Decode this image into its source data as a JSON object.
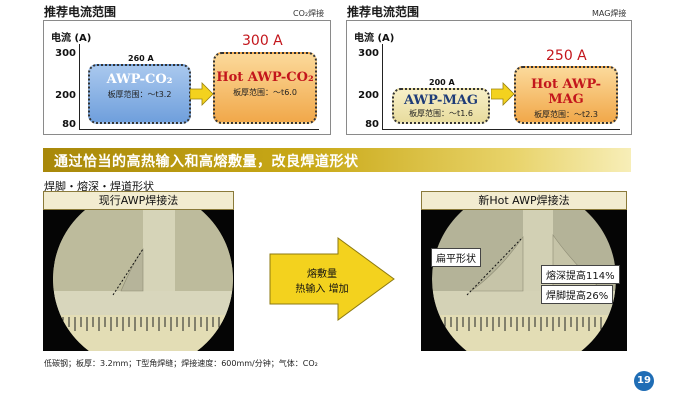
{
  "page": {
    "number": "19",
    "banner": "通过恰当的高热输入和高熔敷量，改良焊道形状",
    "section_title": "焊脚・熔深・焊道形状",
    "caption": "低碳钢；板厚：3.2mm；T型角焊缝；焊接速度：600mm/分钟；气体：CO₂"
  },
  "panels": [
    {
      "title": "推荐电流范围",
      "tag": "CO₂焊接",
      "y_label": "电流 (A)",
      "y_ticks": [
        "300",
        "200",
        "80"
      ],
      "left_box": {
        "name": "AWP-CO₂",
        "range": "板厚范围：～t3.2",
        "current": "260 A"
      },
      "right_box": {
        "name": "Hot AWP-CO₂",
        "range": "板厚范围：～t6.0",
        "current": "300 A"
      }
    },
    {
      "title": "推荐电流范围",
      "tag": "MAG焊接",
      "y_label": "电流 (A)",
      "y_ticks": [
        "300",
        "200",
        "80"
      ],
      "left_box": {
        "name": "AWP-MAG",
        "range": "板厚范围：～t1.6",
        "current": "200 A"
      },
      "right_box": {
        "name": "Hot AWP-MAG",
        "range": "板厚范围：～t2.3",
        "current": "250 A"
      }
    }
  ],
  "photos": {
    "left_title": "现行AWP焊接法",
    "right_title": "新Hot AWP焊接法",
    "arrow_line1": "熔敷量",
    "arrow_line2": "热输入  增加",
    "label_flat": "扁平形状",
    "label_depth": "熔深提高114%",
    "label_leg": "焊脚提高26%"
  },
  "colors": {
    "accent_red": "#c3161c",
    "banner_gold": "#c9a917",
    "arrow_yellow": "#f3d21e",
    "page_badge": "#1f6db5"
  }
}
